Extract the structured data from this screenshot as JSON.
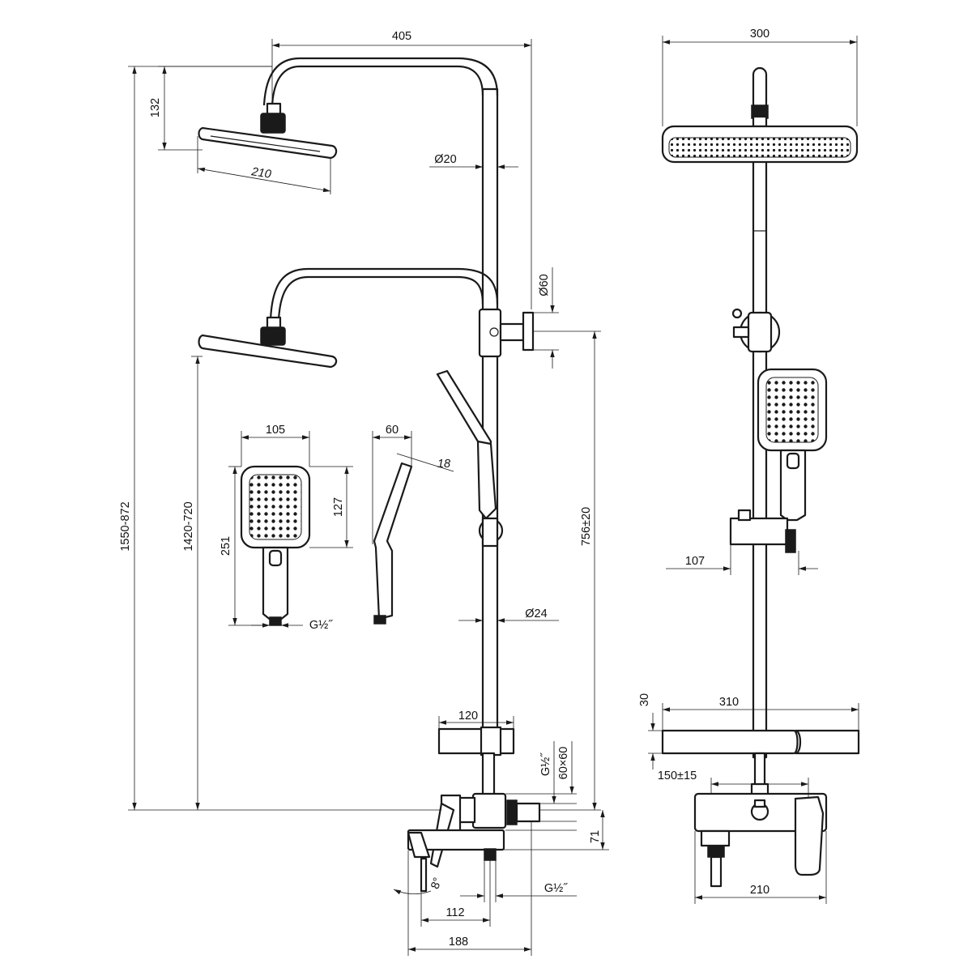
{
  "dimensions": {
    "top_width_side": "405",
    "top_width_front": "300",
    "head_height": "132",
    "head_width": "210",
    "pipe_dia_top": "Ø20",
    "wall_mount_dia": "Ø60",
    "overall_height": "1550-872",
    "head_to_mixer": "1420-720",
    "hs_width": "105",
    "hs_side_width": "60",
    "hs_thickness": "18",
    "hs_face_height": "127",
    "hs_total_height": "251",
    "hs_thread": "G½˝",
    "mount_to_mixer": "756±20",
    "pipe_dia_bottom": "Ø24",
    "slider_offset": "107",
    "shelf_depth": "120",
    "shelf_height": "30",
    "shelf_width": "310",
    "mixer_thread_top": "G½˝",
    "mixer_flange": "60×60",
    "mixer_centres": "150±15",
    "spout_drop": "71",
    "spout_angle": "8°",
    "spout_thread": "G½˝",
    "spout_reach_1": "112",
    "spout_reach_2": "188",
    "mixer_width": "210"
  }
}
